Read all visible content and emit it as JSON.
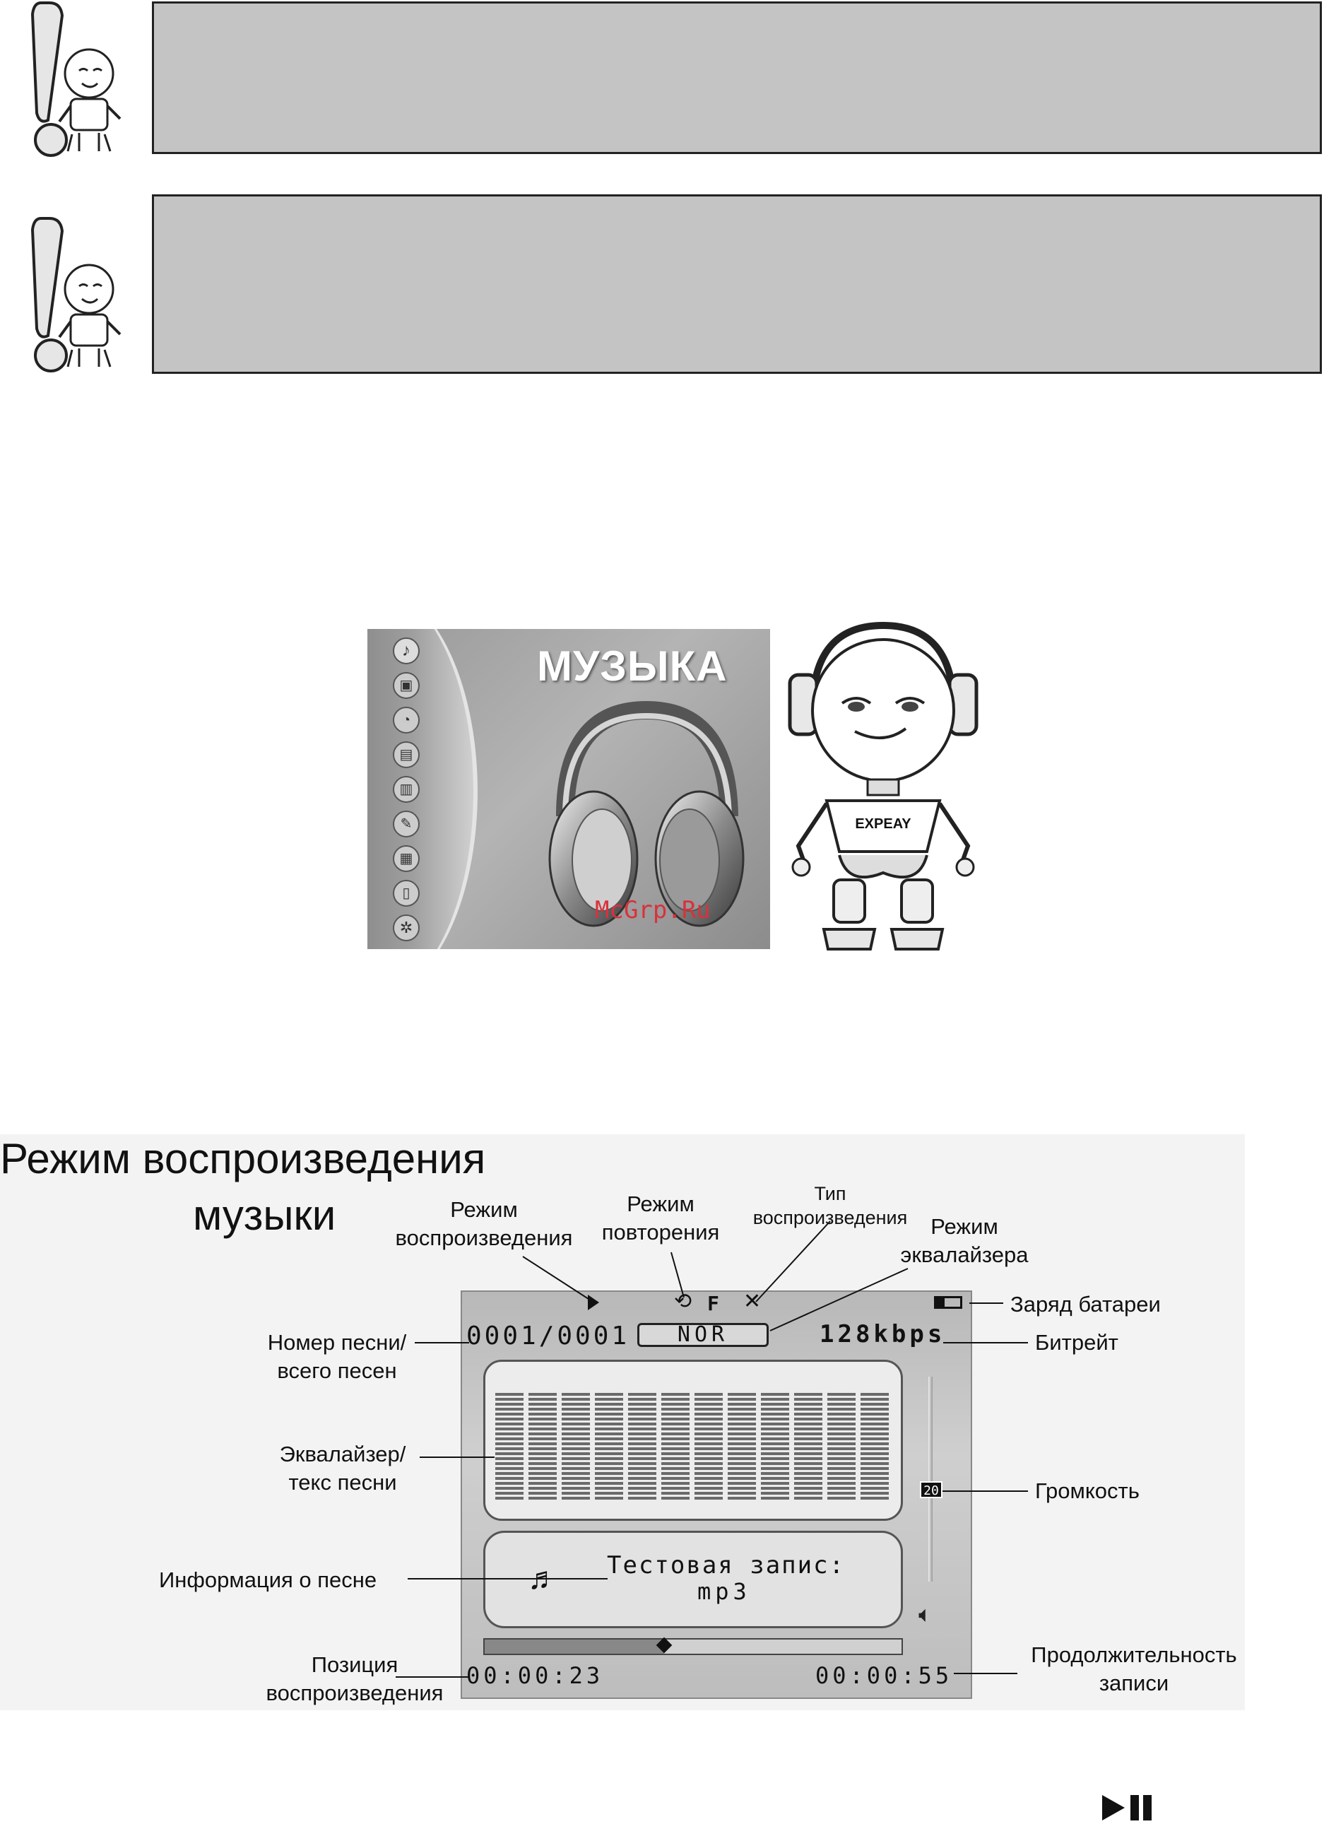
{
  "menu_screen": {
    "title": "МУЗЫКА",
    "watermark": "McGrp.Ru",
    "menu_icons": [
      "music-note-icon",
      "video-icon",
      "radio-icon",
      "photo-icon",
      "ebook-icon",
      "record-icon",
      "games-icon",
      "explorer-icon",
      "settings-icon"
    ]
  },
  "robot": {
    "shirt_logo": "EXPEAY"
  },
  "section": {
    "title_line1": "Режим воспроизведения",
    "title_line2": "музыки"
  },
  "callouts": {
    "play_mode": [
      "Режим",
      "воспроизведения"
    ],
    "repeat_mode": [
      "Режим",
      "повторения"
    ],
    "play_type": [
      "Тип",
      "воспроизведения"
    ],
    "eq_mode": [
      "Режим",
      "эквалайзера"
    ],
    "battery": "Заряд батареи",
    "track_number": [
      "Номер песни/",
      "всего песен"
    ],
    "bitrate": "Битрейт",
    "equalizer": [
      "Эквалайзер/",
      "текс песни"
    ],
    "volume": "Громкость",
    "song_info": "Информация о песне",
    "position": [
      "Позиция",
      "воспроизведения"
    ],
    "duration": [
      "Продолжительность",
      "записи"
    ]
  },
  "player": {
    "repeat_letter": "F",
    "track": "0001/0001",
    "eq": "NOR",
    "bitrate": "128kbps",
    "volume": "20",
    "song_title": "Тестовая запис:",
    "song_ext": "mp3",
    "time_elapsed": "00:00:23",
    "time_total": "00:00:55",
    "progress": 0.43
  },
  "footer_icon": "play-pause-icon"
}
